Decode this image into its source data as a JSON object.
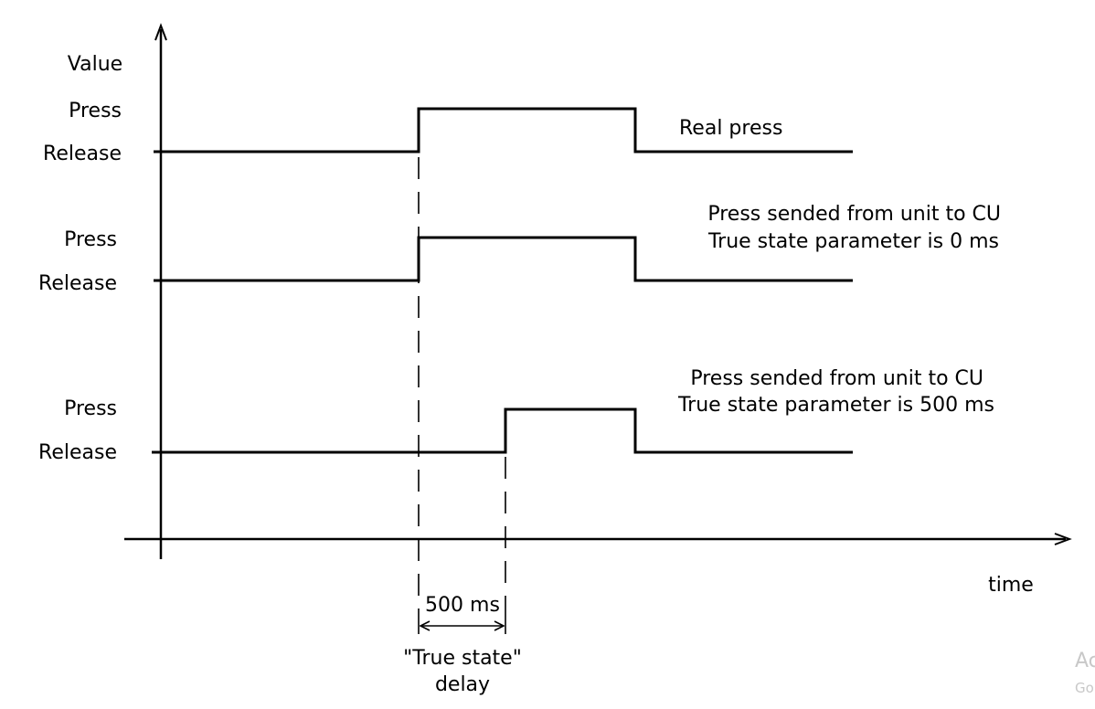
{
  "axes": {
    "y_label": "Value",
    "x_label": "time"
  },
  "signals": [
    {
      "high_label": "Press",
      "low_label": "Release",
      "caption_lines": [
        "Real press"
      ]
    },
    {
      "high_label": "Press",
      "low_label": "Release",
      "caption_lines": [
        "Press sended from unit to CU",
        "True state parameter is 0 ms"
      ]
    },
    {
      "high_label": "Press",
      "low_label": "Release",
      "caption_lines": [
        "Press sended from unit to CU",
        "True state parameter is 500 ms"
      ]
    }
  ],
  "delay": {
    "duration_label": "500 ms",
    "caption_line1": "\"True state\"",
    "caption_line2": "delay"
  },
  "watermark": {
    "line1": "Ac",
    "line2": "Go"
  }
}
